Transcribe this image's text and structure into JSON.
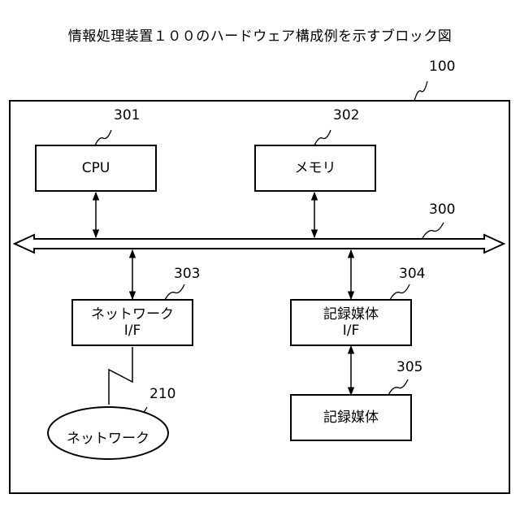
{
  "title": "情報処理装置１００のハードウェア構成例を示すブロック図",
  "frame": {
    "ref": "100"
  },
  "bus": {
    "ref": "300"
  },
  "cpu": {
    "label": "CPU",
    "ref": "301"
  },
  "memory": {
    "label": "メモリ",
    "ref": "302"
  },
  "network_if": {
    "line1": "ネットワーク",
    "line2": "I/F",
    "ref": "303"
  },
  "storage_if": {
    "line1": "記録媒体",
    "line2": "I/F",
    "ref": "304"
  },
  "storage": {
    "label": "記録媒体",
    "ref": "305"
  },
  "network": {
    "label": "ネットワーク",
    "ref": "210"
  }
}
